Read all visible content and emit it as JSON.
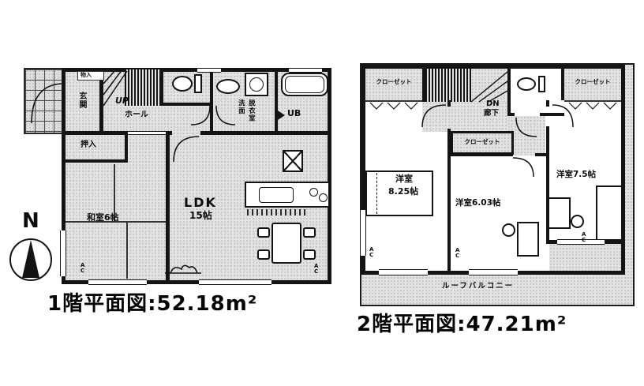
{
  "compass": {
    "north": "N"
  },
  "floor1": {
    "caption": "1階平面図:52.18m²",
    "labels": {
      "entrance_storage": "物入",
      "entrance": "玄関",
      "stairs": "UP",
      "hall": "ホール",
      "washroom_col1": "洗面",
      "washroom_col2": "脱衣室",
      "unit_bath": "UB",
      "closet": "押入",
      "japanese_room": "和室6帖",
      "ldk": "LDK",
      "ldk_size": "15帖",
      "ac": "AC"
    }
  },
  "floor2": {
    "caption": "2階平面図:47.21m²",
    "labels": {
      "closet_left": "クローゼット",
      "closet_middle": "クローゼット",
      "closet_right": "クローゼット",
      "stairs": "DN",
      "hall": "廊下",
      "room_left_name": "洋室",
      "room_left_size": "8.25帖",
      "room_middle": "洋室6.03帖",
      "room_right": "洋室7.5帖",
      "roof_balcony": "ルーフバルコニー",
      "ac": "AC"
    }
  }
}
